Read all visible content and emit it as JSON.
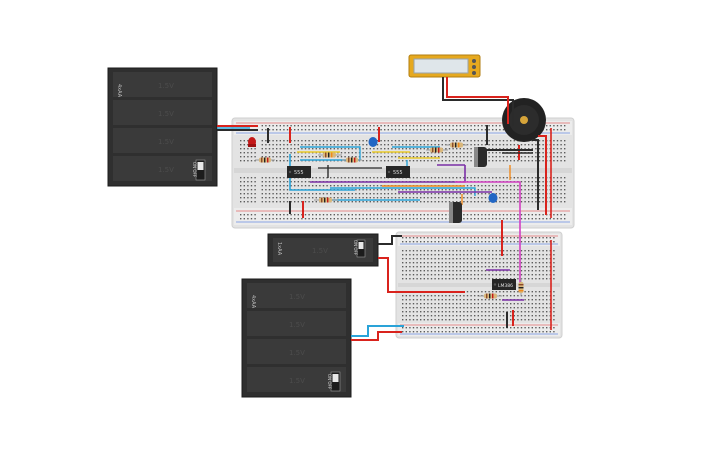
{
  "ic": {
    "timer_a": "555",
    "timer_b": "555",
    "chip_c": "LM386"
  },
  "battery_pack_a": {
    "cells": [
      "1.5V",
      "1.5V",
      "1.5V",
      "1.5V"
    ],
    "switch_label": "ON OFF",
    "side_label": "4xAA"
  },
  "battery_pack_b": {
    "cells": [
      "1.5V"
    ],
    "switch_label": "ON OFF",
    "side_label": "1xAA"
  },
  "battery_pack_c": {
    "cells": [
      "1.5V",
      "1.5V",
      "1.5V",
      "1.5V"
    ],
    "switch_label": "ON OFF",
    "side_label": "4xAA"
  },
  "colors": {
    "wire_red": "#d9231d",
    "wire_black": "#2b2b2b",
    "wire_blue": "#2aa3d8",
    "wire_purple": "#7b2fa6",
    "wire_orange": "#f08a1c",
    "wire_magenta": "#d23fc2",
    "wire_yellow": "#e9c92a",
    "led_red": "#c41818",
    "cap_blue": "#2166c4"
  }
}
